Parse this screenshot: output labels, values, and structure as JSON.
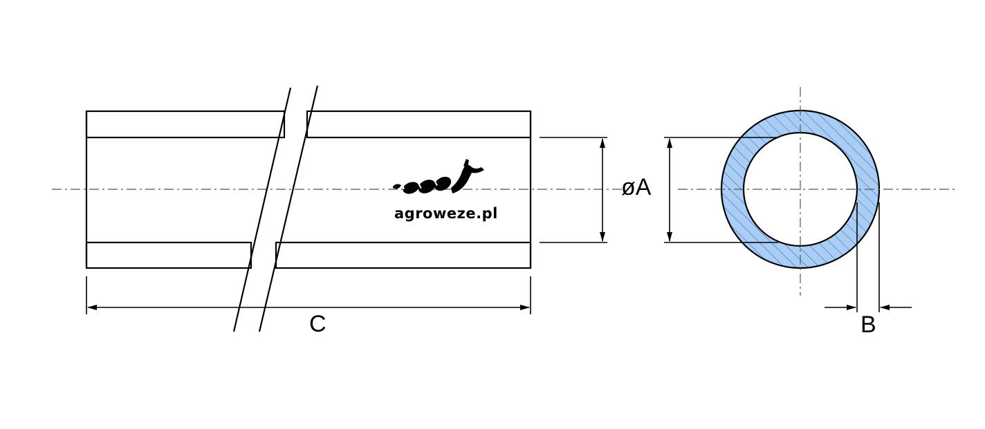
{
  "labels": {
    "diameter": "øA",
    "length": "C",
    "wall": "B"
  },
  "brand": {
    "name": "agroweze.pl"
  },
  "colors": {
    "section_fill": "#a9cdf5",
    "hatch": "#2d5f9e",
    "line": "#000000",
    "centerline": "#555555"
  }
}
